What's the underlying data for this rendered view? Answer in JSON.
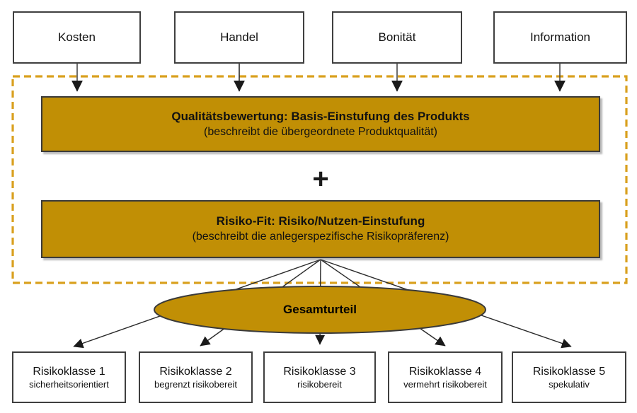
{
  "top_boxes": [
    {
      "label": "Kosten"
    },
    {
      "label": "Handel"
    },
    {
      "label": "Bonität"
    },
    {
      "label": "Information"
    }
  ],
  "quality_box": {
    "title": "Qualitätsbewertung: Basis-Einstufung des Produkts",
    "subtitle": "(beschreibt die übergeordnete Produktqualität)"
  },
  "plus_sign": "+",
  "risk_fit_box": {
    "title": "Risiko-Fit: Risiko/Nutzen-Einstufung",
    "subtitle": "(beschreibt die anlegerspezifische Risikopräferenz)"
  },
  "summary_ellipse": {
    "label": "Gesamturteil"
  },
  "risk_classes": [
    {
      "title": "Risikoklasse 1",
      "subtitle": "sicherheitsorientiert"
    },
    {
      "title": "Risikoklasse 2",
      "subtitle": "begrenzt risikobereit"
    },
    {
      "title": "Risikoklasse 3",
      "subtitle": "risikobereit"
    },
    {
      "title": "Risikoklasse 4",
      "subtitle": "vermehrt risikobereit"
    },
    {
      "title": "Risikoklasse 5",
      "subtitle": "spekulativ"
    }
  ],
  "colors": {
    "gold_fill": "#c18f05",
    "dashed_border": "#d9a01e",
    "box_border": "#3f3f3f",
    "line": "#2a2a2a"
  }
}
